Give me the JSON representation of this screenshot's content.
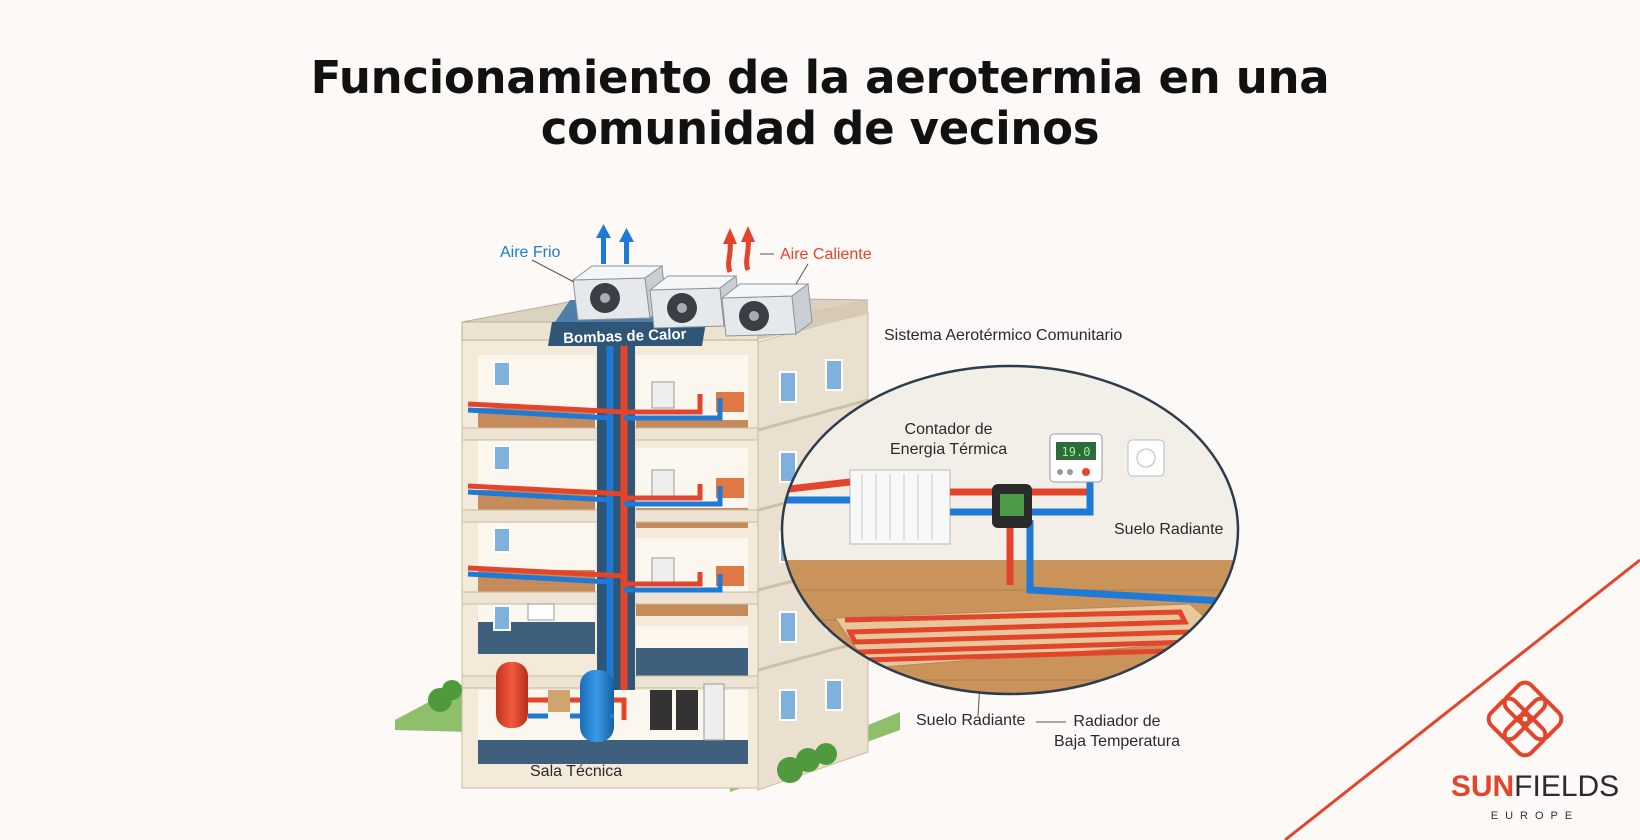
{
  "title": {
    "line1": "Funcionamiento de la aerotermia en una",
    "line2": "comunidad de vecinos"
  },
  "labels": {
    "aire_frio": "Aire Frio",
    "aire_caliente": "Aire Caliente",
    "bombas_de_calor": "Bombas de Calor",
    "sistema": "Sistema Aerotérmico Comunitario",
    "contador_line1": "Contador de",
    "contador_line2": "Energia Térmica",
    "suelo_radiante_detail": "Suelo Radiante",
    "suelo_radiante_bottom": "Suelo Radiante",
    "radiador_line1": "Radiador de",
    "radiador_line2": "Baja Temperatura",
    "sala_tecnica": "Sala Técnica",
    "thermostat_display": "19.0"
  },
  "brand": {
    "name_part1": "SUN",
    "name_part2": "FIELDS",
    "tagline": "EUROPE"
  },
  "colors": {
    "hot": "#e2452b",
    "cold": "#1e7ad6",
    "brand": "#e2452b"
  }
}
